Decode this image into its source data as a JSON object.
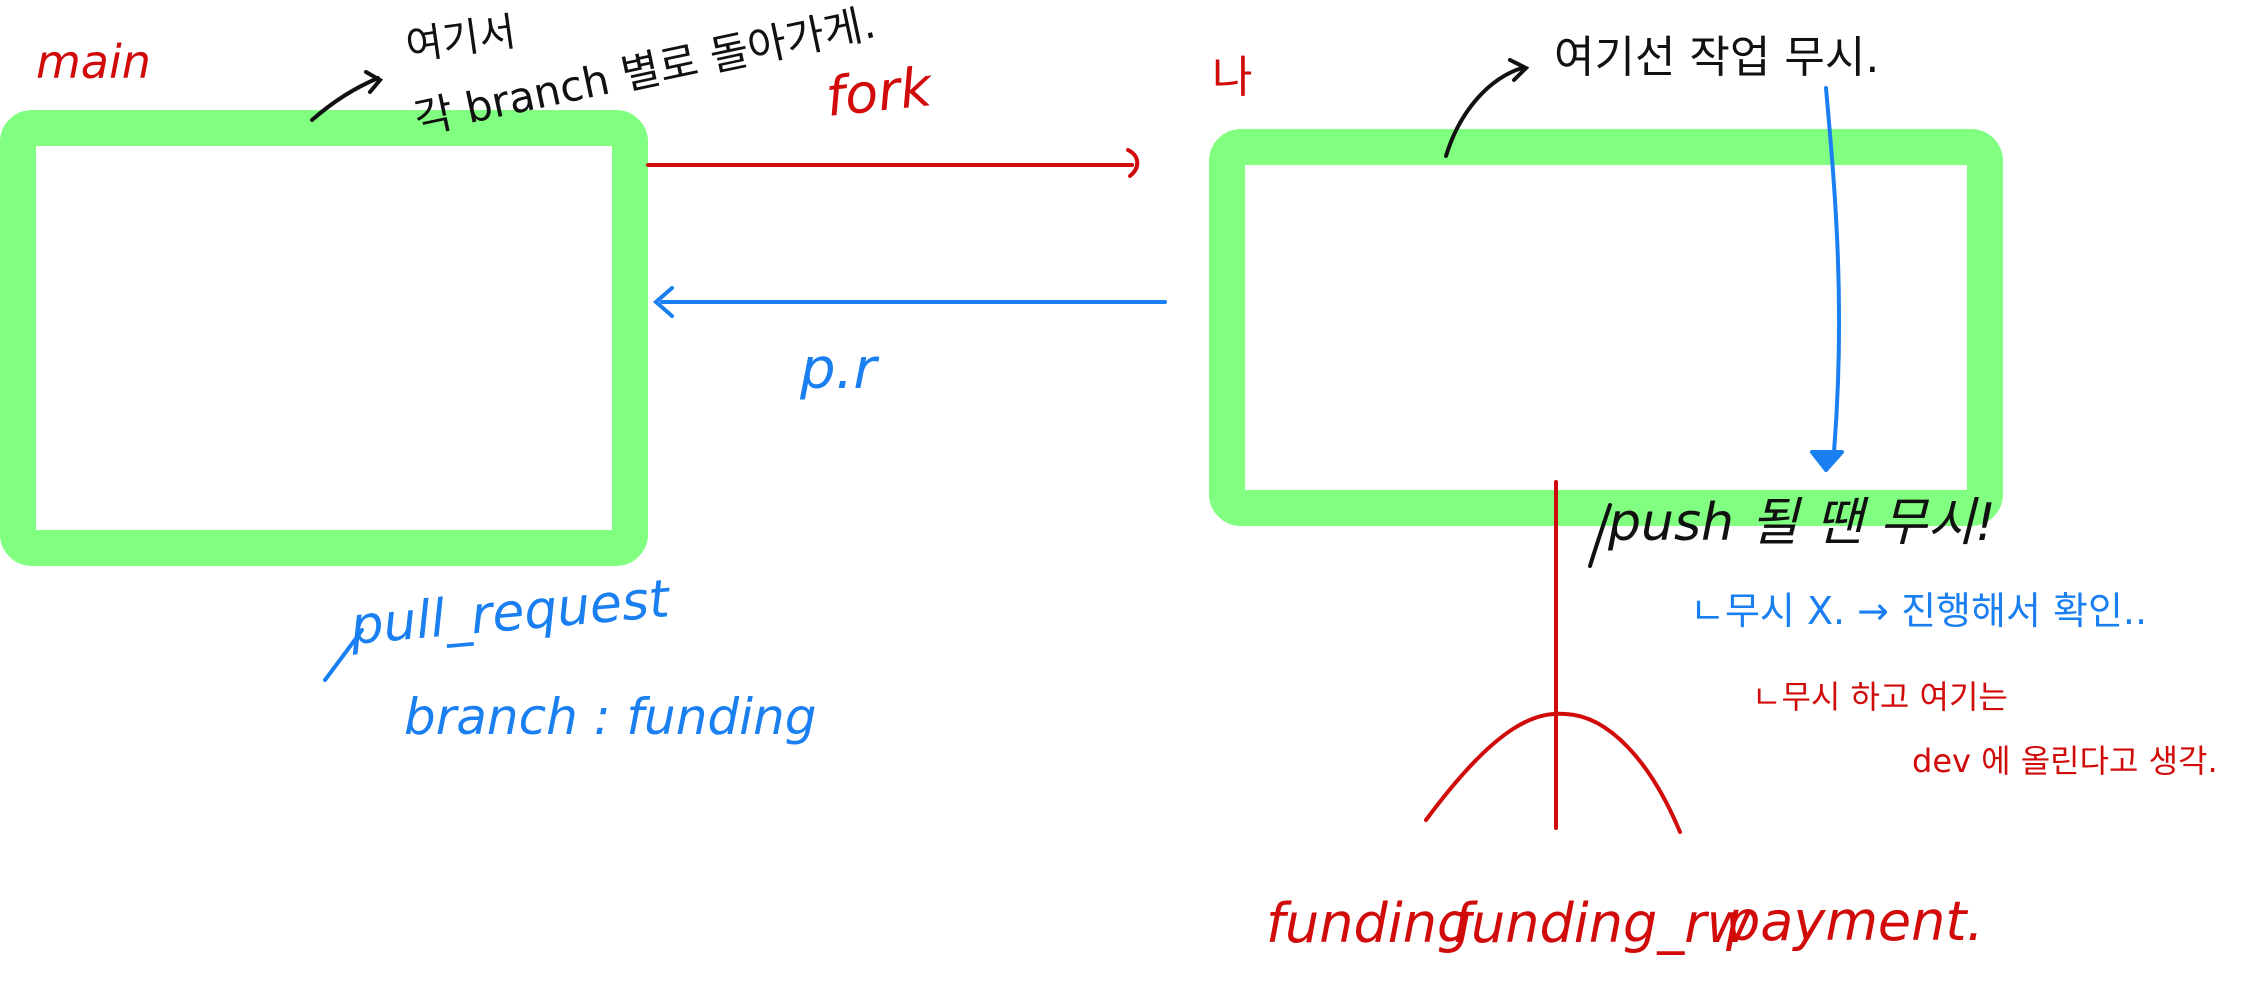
{
  "colors": {
    "box_border": "#80ff80",
    "red": "#d10a0a",
    "blue": "#1a7ff0",
    "black": "#111111",
    "background": "#ffffff"
  },
  "left_box": {
    "label": "main",
    "note_line1": "여기서",
    "note_line2": "각 branch 별로 돌아가게."
  },
  "right_box": {
    "label": "나",
    "note": "여기선 작업 무시.",
    "push_note": "push 될 땐 무시!"
  },
  "fork_arrow": {
    "label": "fork"
  },
  "pr_arrow": {
    "label": "p.r"
  },
  "trigger": {
    "line1": "pull_request",
    "line2": "branch :  funding"
  },
  "blue_note": "ㄴ무시 X.  →  진행해서  확인..",
  "red_note_line1": "ㄴ무시 하고  여기는",
  "red_note_line2": "dev 에  올린다고  생각.",
  "branches": [
    {
      "name": "funding"
    },
    {
      "name": "funding_rw"
    },
    {
      "name": "payment."
    }
  ]
}
